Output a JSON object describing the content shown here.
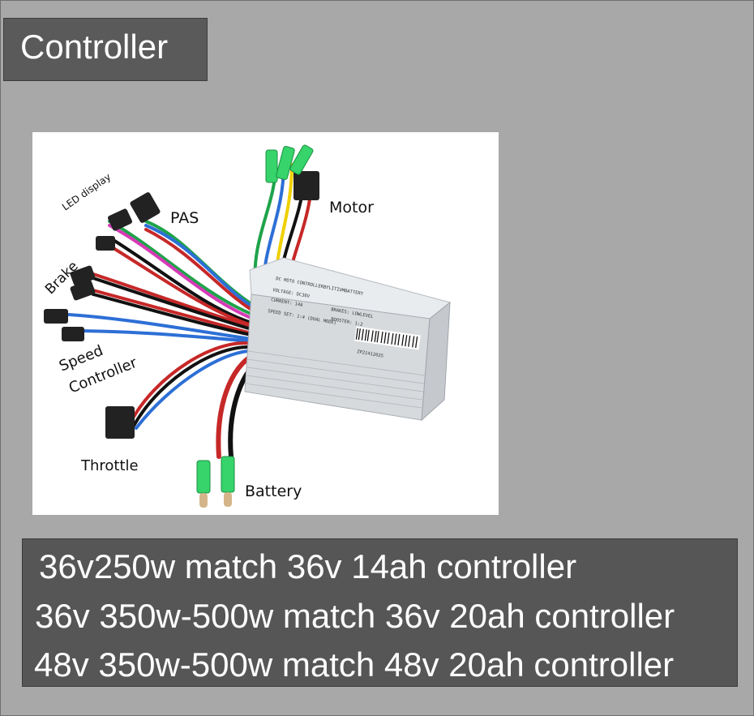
{
  "title": "Controller",
  "image": {
    "labels": {
      "led_display": "LED display",
      "pas": "PAS",
      "motor": "Motor",
      "brake": "Brake",
      "speed": "Speed",
      "controller": "Controller",
      "throttle": "Throttle",
      "battery": "Battery"
    },
    "box_text": {
      "line1": "DC MOTO CONTROLLERBYLITIUMBATTERY",
      "line2": "VOLTAGE: DC36V",
      "line3": "CURRENT: 14A",
      "line4": "BRAKES: LOWLEVEL",
      "line5": "BOOSTER: 1:2",
      "line6": "SPEED SET: 1:4 (DUAL MODE)",
      "serial": "ZP21412025"
    }
  },
  "specs": [
    "36v250w match 36v 14ah controller",
    "36v 350w-500w match 36v 20ah controller",
    "48v 350w-500w match 48v 20ah controller"
  ]
}
